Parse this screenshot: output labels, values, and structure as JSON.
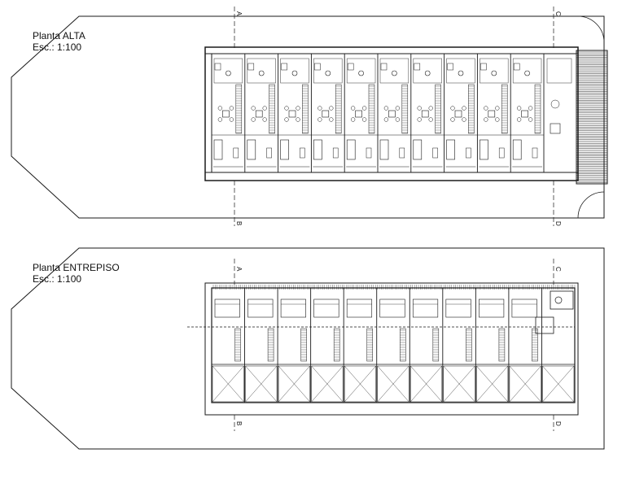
{
  "plans": {
    "upper": {
      "name": "Planta ALTA",
      "scale": "Esc.: 1:100"
    },
    "mezzanine": {
      "name": "Planta ENTREPISO",
      "scale": "Esc.: 1:100"
    }
  },
  "section_markers": {
    "upper": {
      "top_left": "A",
      "top_right": "C",
      "bottom_left": "B",
      "bottom_right": "D"
    },
    "mezzanine": {
      "top_left": "A",
      "top_right": "C",
      "bottom_left": "B",
      "bottom_right": "D"
    }
  },
  "upper_units": 10,
  "mezzanine_units": 11,
  "colors": {
    "line": "#1a1a1a",
    "fine": "#555555",
    "paper": "#ffffff"
  }
}
